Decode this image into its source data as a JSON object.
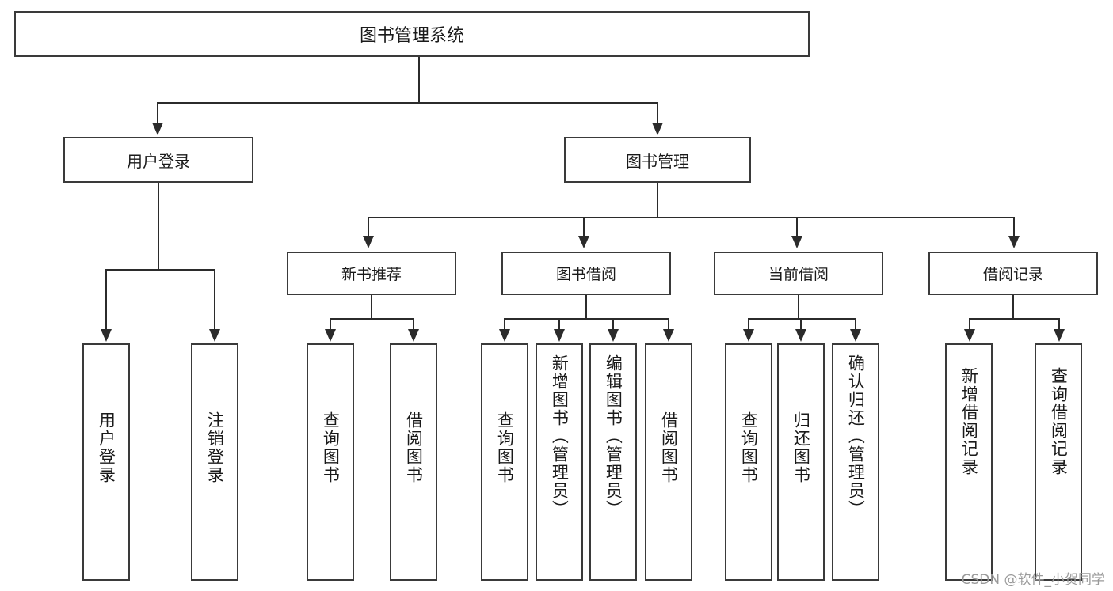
{
  "diagram": {
    "title": "图书管理系统",
    "type": "tree",
    "watermark": "CSDN @软件_小贺同学",
    "colors": {
      "box_border": "#3a3a3a",
      "connector": "#2b2b2b",
      "text": "#1a1a1a",
      "background": "#ffffff",
      "watermark": "#9a9a9a"
    },
    "root": {
      "label": "图书管理系统"
    },
    "level2": [
      {
        "label": "用户登录"
      },
      {
        "label": "图书管理"
      }
    ],
    "level3": [
      {
        "label": "新书推荐"
      },
      {
        "label": "图书借阅"
      },
      {
        "label": "当前借阅"
      },
      {
        "label": "借阅记录"
      }
    ],
    "leaves": {
      "user_login": [
        {
          "label": "用户登录"
        },
        {
          "label": "注销登录"
        }
      ],
      "new_book_recommend": [
        {
          "label": "查询图书"
        },
        {
          "label": "借阅图书"
        }
      ],
      "book_borrow": [
        {
          "label": "查询图书"
        },
        {
          "label": "新增图书（管理员）"
        },
        {
          "label": "编辑图书（管理员）"
        },
        {
          "label": "借阅图书"
        }
      ],
      "current_borrow": [
        {
          "label": "查询图书"
        },
        {
          "label": "归还图书"
        },
        {
          "label": "确认归还（管理员）"
        }
      ],
      "borrow_records": [
        {
          "label": "新增借阅记录"
        },
        {
          "label": "查询借阅记录"
        }
      ]
    }
  }
}
